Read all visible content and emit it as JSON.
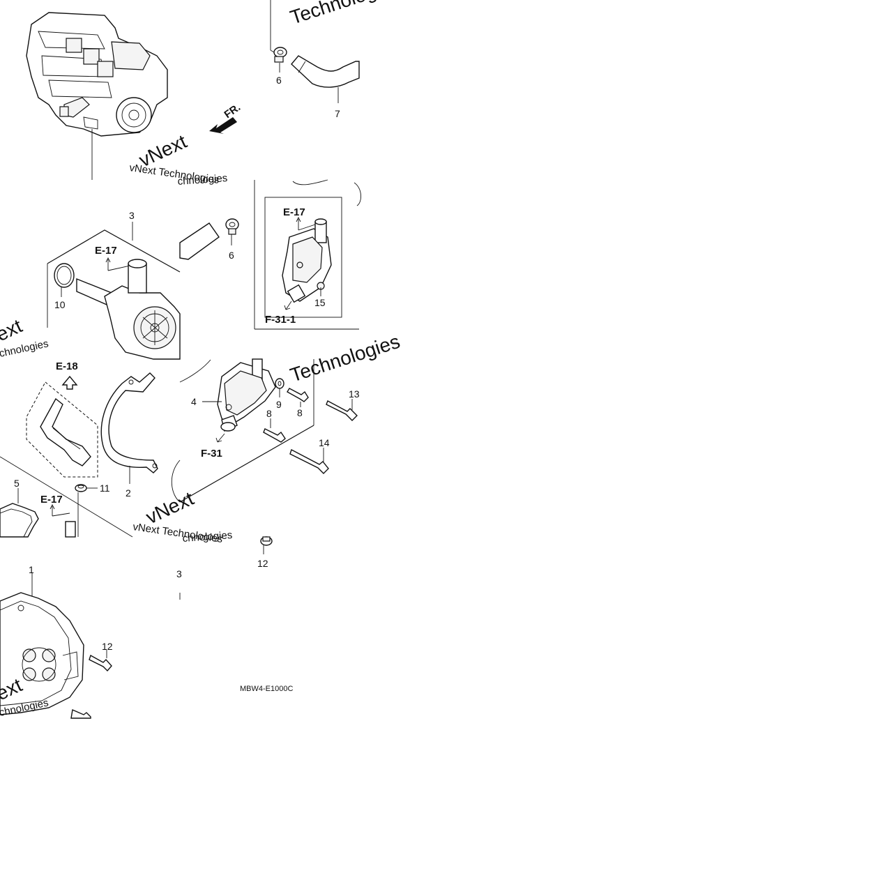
{
  "diagram": {
    "code": "MBW4-E1000C",
    "direction_label": "FR.",
    "watermark": {
      "lines": [
        "Technologies",
        "vNext Technologies",
        "vNext",
        "ext",
        "chnologies"
      ]
    },
    "callouts": {
      "c1": "1",
      "c2": "2",
      "c3": "3",
      "c4": "4",
      "c5": "5",
      "c6a": "6",
      "c6b": "6",
      "c7": "7",
      "c8a": "8",
      "c8b": "8",
      "c9": "9",
      "c10": "10",
      "c11": "11",
      "c12a": "12",
      "c12b": "12",
      "c13": "13",
      "c14": "14",
      "c15": "15"
    },
    "refs": {
      "e17a": "E-17",
      "e17b": "E-17",
      "e17c": "E-17",
      "e18": "E-18",
      "f31": "F-31",
      "f311": "F-31-1"
    },
    "fragments": {
      "b": "3"
    }
  }
}
